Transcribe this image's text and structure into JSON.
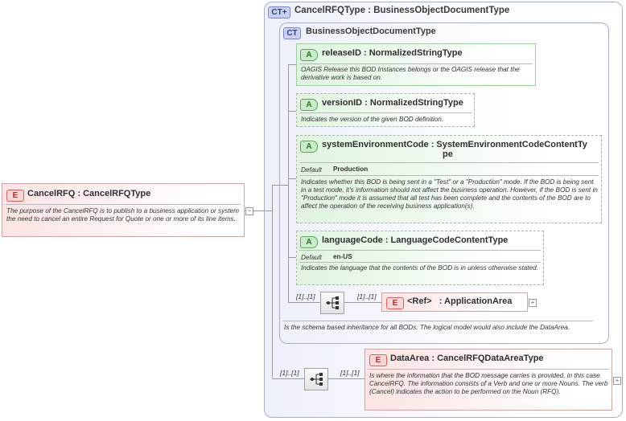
{
  "root": {
    "badge": "E",
    "title": "CancelRFQ : CancelRFQType",
    "description": "The purpose of the CancelRFQ is to publish to a business application or system the need to cancel an entire Request for Quote or one or more of its line items."
  },
  "outer_type": {
    "badge": "CT+",
    "title": "CancelRFQType : BusinessObjectDocumentType"
  },
  "inner_type": {
    "badge": "CT",
    "title": "BusinessObjectDocumentType",
    "description": "Is the schema based inheritance for all BODs. The logical model would also include the DataArea."
  },
  "attributes": [
    {
      "badge": "A",
      "title": "releaseID : NormalizedStringType",
      "description": "OAGIS Release this BOD Instances belongs or the OAGIS release that the derivative work is based on."
    },
    {
      "badge": "A",
      "title": "versionID : NormalizedStringType",
      "description": "Indicates the version of the given BOD definition."
    },
    {
      "badge": "A",
      "title_line1": "systemEnvironmentCode : SystemEnvironmentCodeContentTy",
      "title_line2": "pe",
      "default_label": "Default",
      "default_value": "Production",
      "description": "Indicates whether this BOD is being sent in a \"Test\" or a \"Production\" mode. If the BOD is being sent in a test mode, it's information should not affect the business operation. However, if the BOD is sent in \"Production\" mode it is assumed that all test has been complete and the contents of the BOD are to affect the operation of the receiving business application(s)."
    },
    {
      "badge": "A",
      "title": "languageCode : LanguageCodeContentType",
      "default_label": "Default",
      "default_value": "en-US",
      "description": "Indicates the language that the contents of the BOD is in unless otherwise stated."
    }
  ],
  "application_area": {
    "seq_card": "[1]..[1]",
    "elem_card": "[1]..[1]",
    "badge": "E",
    "title": "<Ref>   : ApplicationArea"
  },
  "data_area": {
    "seq_card": "[1]..[1]",
    "elem_card": "[1]..[1]",
    "badge": "E",
    "title": "DataArea : CancelRFQDataAreaType",
    "description": "Is where the information that the BOD message carries is provided, in this case CancelRFQ. The information consists of a Verb and one or more Nouns. The verb (Cancel) indicates the action to be performed on the Noun (RFQ)."
  },
  "icons": {
    "expand": "plus-icon",
    "collapse": "minus-icon",
    "sequence": "sequence-compositor-icon"
  }
}
